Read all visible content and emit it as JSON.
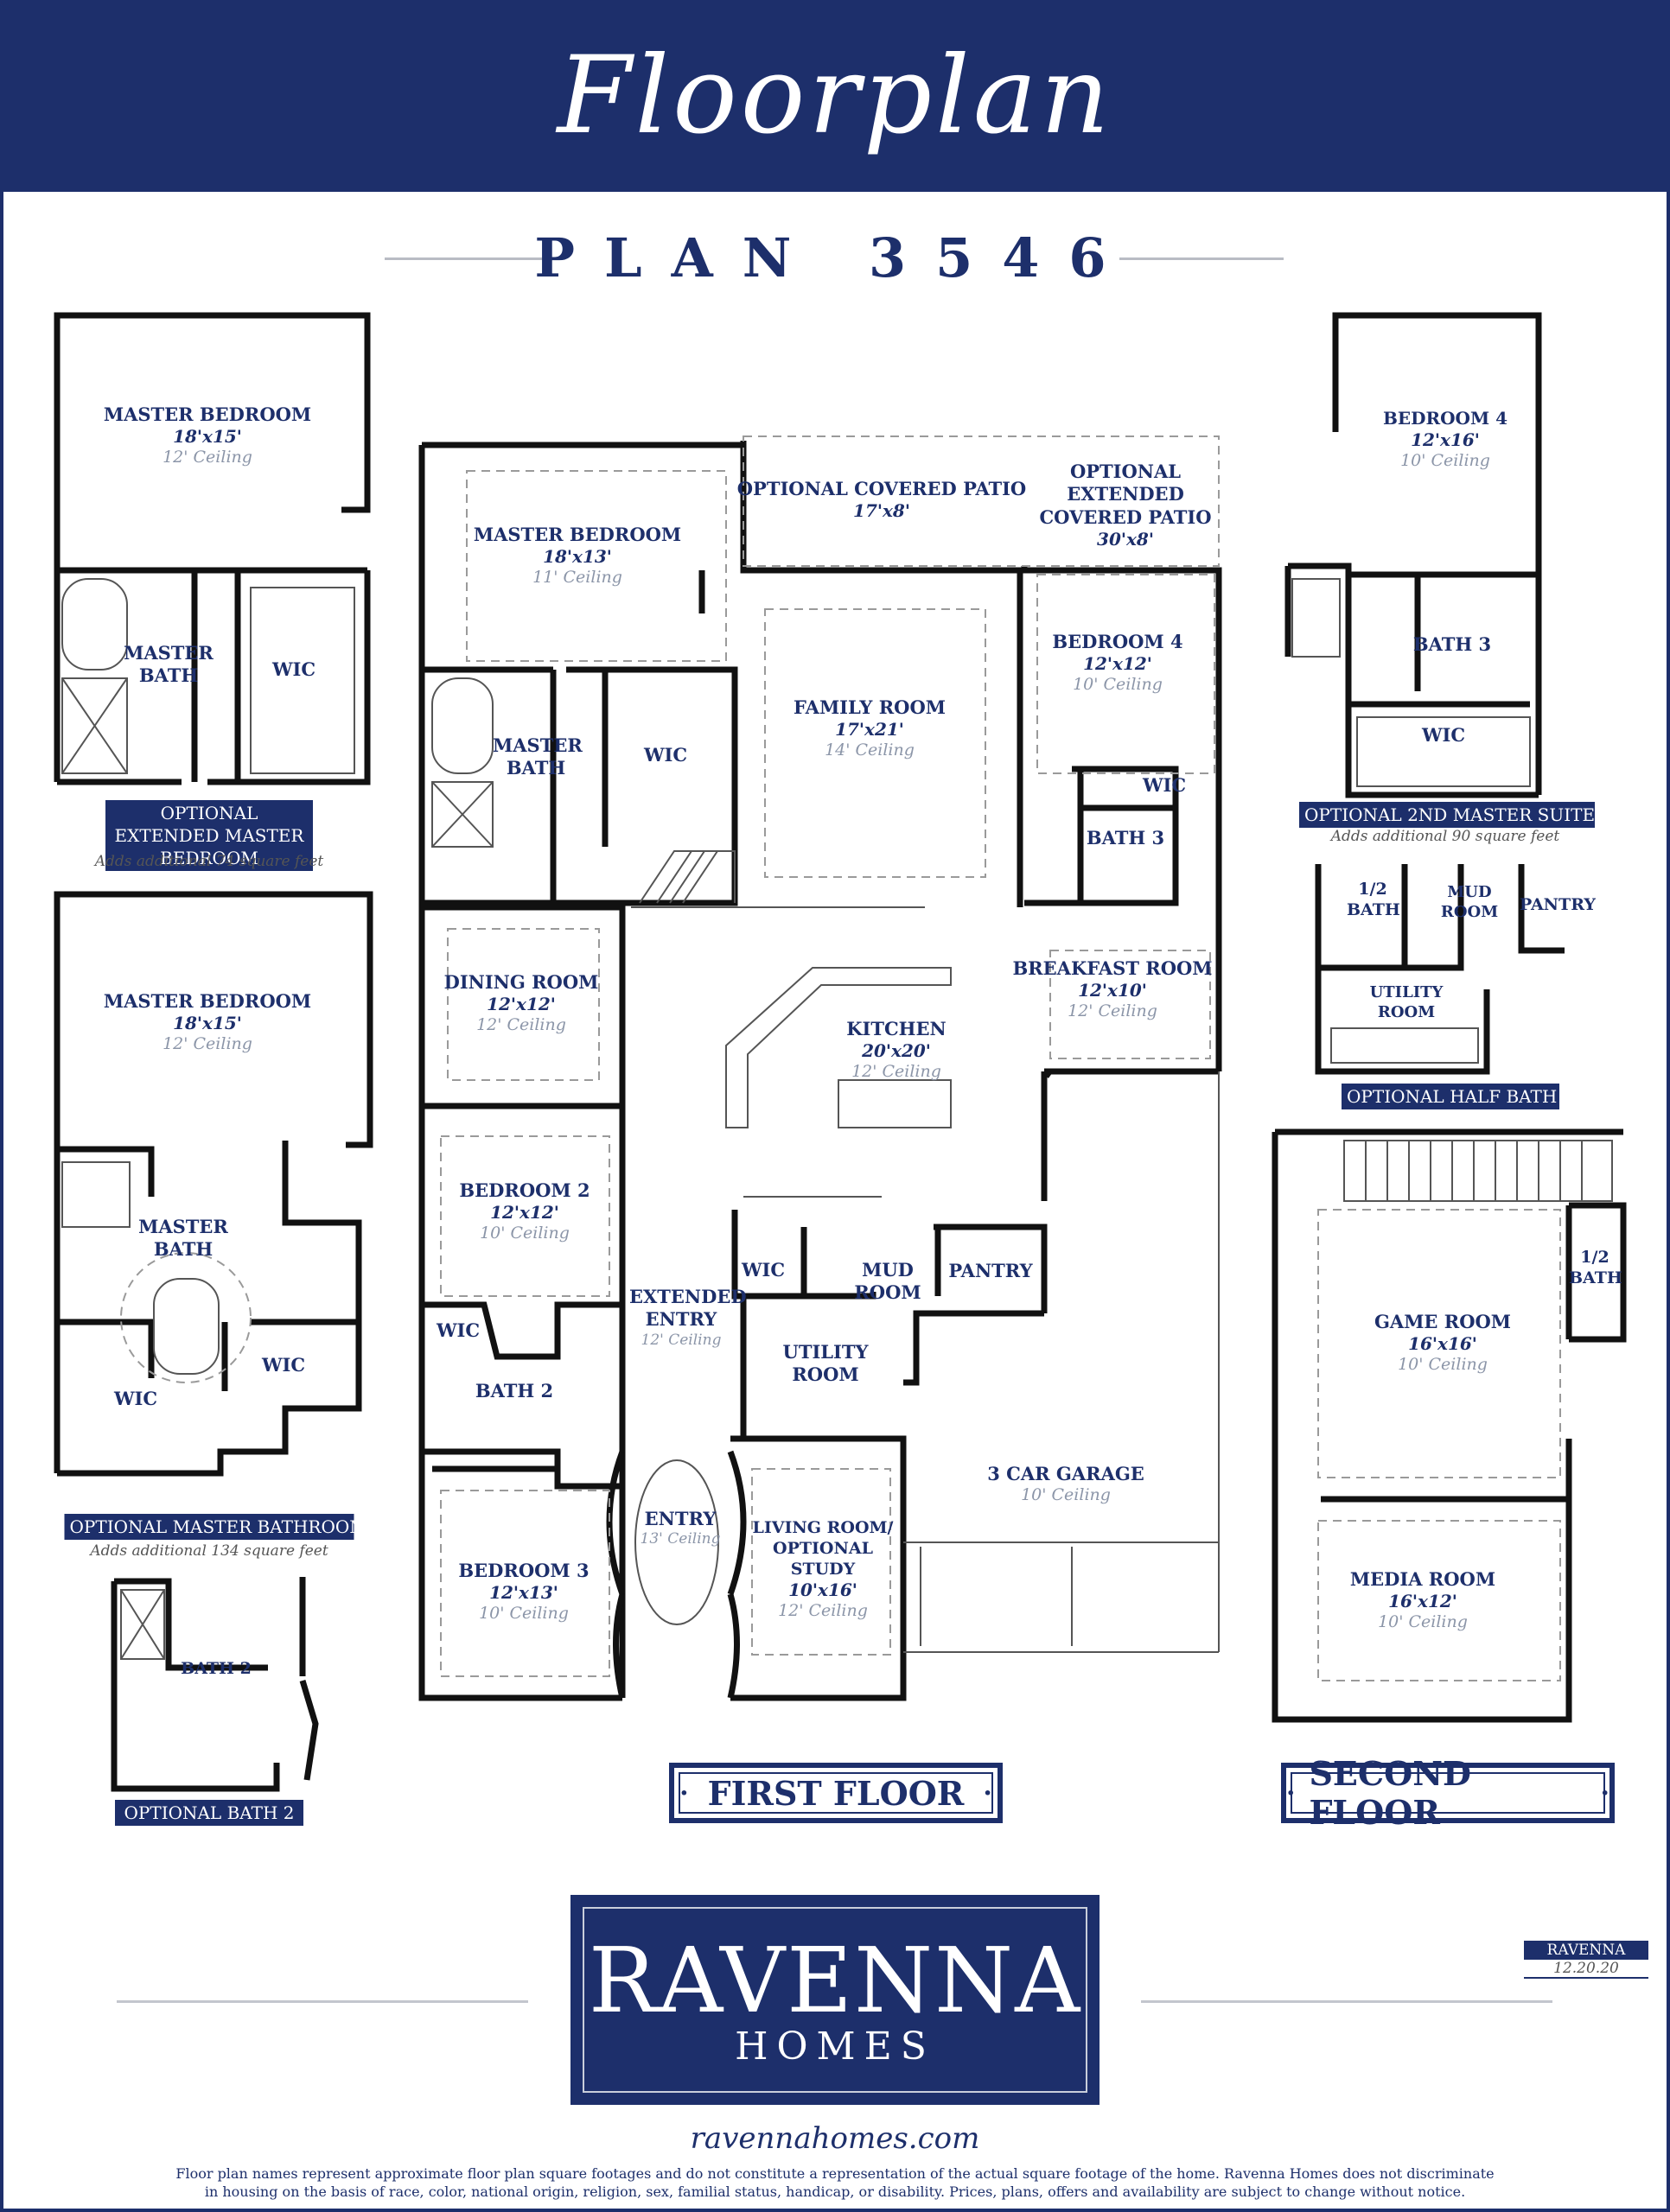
{
  "header": {
    "title": "Floorplan",
    "plan_name": "PLAN 3546"
  },
  "colors": {
    "navy": "#1d2f6b",
    "caption_gray": "#8b95a8"
  },
  "first_floor": {
    "label": "FIRST FLOOR",
    "rooms": [
      {
        "id": "optional-covered-patio",
        "name": "OPTIONAL COVERED PATIO",
        "dim": "17'x8'",
        "ceiling": ""
      },
      {
        "id": "optional-extended-covered-patio",
        "name": "OPTIONAL EXTENDED COVERED PATIO",
        "dim": "30'x8'",
        "ceiling": ""
      },
      {
        "id": "master-bedroom",
        "name": "MASTER BEDROOM",
        "dim": "18'x13'",
        "ceiling": "11' Ceiling"
      },
      {
        "id": "family-room",
        "name": "FAMILY ROOM",
        "dim": "17'x21'",
        "ceiling": "14' Ceiling"
      },
      {
        "id": "bedroom-4",
        "name": "BEDROOM 4",
        "dim": "12'x12'",
        "ceiling": "10' Ceiling"
      },
      {
        "id": "master-bath",
        "name": "MASTER BATH",
        "dim": "",
        "ceiling": ""
      },
      {
        "id": "wic-master",
        "name": "WIC",
        "dim": "",
        "ceiling": ""
      },
      {
        "id": "wic-bedroom-4",
        "name": "WIC",
        "dim": "",
        "ceiling": ""
      },
      {
        "id": "bath-3",
        "name": "BATH 3",
        "dim": "",
        "ceiling": ""
      },
      {
        "id": "dining-room",
        "name": "DINING ROOM",
        "dim": "12'x12'",
        "ceiling": "12' Ceiling"
      },
      {
        "id": "kitchen",
        "name": "KITCHEN",
        "dim": "20'x20'",
        "ceiling": "12' Ceiling"
      },
      {
        "id": "breakfast-room",
        "name": "BREAKFAST ROOM",
        "dim": "12'x10'",
        "ceiling": "12' Ceiling"
      },
      {
        "id": "bedroom-2",
        "name": "BEDROOM 2",
        "dim": "12'x12'",
        "ceiling": "10' Ceiling"
      },
      {
        "id": "extended-entry",
        "name": "EXTENDED ENTRY",
        "dim": "",
        "ceiling": "12' Ceiling"
      },
      {
        "id": "wic-hall",
        "name": "WIC",
        "dim": "",
        "ceiling": ""
      },
      {
        "id": "mud-room",
        "name": "MUD ROOM",
        "dim": "",
        "ceiling": ""
      },
      {
        "id": "pantry",
        "name": "PANTRY",
        "dim": "",
        "ceiling": ""
      },
      {
        "id": "wic-bedroom-2",
        "name": "WIC",
        "dim": "",
        "ceiling": ""
      },
      {
        "id": "utility-room",
        "name": "UTILITY ROOM",
        "dim": "",
        "ceiling": ""
      },
      {
        "id": "bath-2",
        "name": "BATH 2",
        "dim": "",
        "ceiling": ""
      },
      {
        "id": "three-car-garage",
        "name": "3 CAR GARAGE",
        "dim": "",
        "ceiling": "10' Ceiling"
      },
      {
        "id": "entry",
        "name": "ENTRY",
        "dim": "",
        "ceiling": "13' Ceiling"
      },
      {
        "id": "living-room",
        "name": "LIVING ROOM/ OPTIONAL STUDY",
        "dim": "10'x16'",
        "ceiling": "12' Ceiling"
      },
      {
        "id": "bedroom-3",
        "name": "BEDROOM 3",
        "dim": "12'x13'",
        "ceiling": "10' Ceiling"
      }
    ]
  },
  "second_floor": {
    "label": "SECOND FLOOR",
    "rooms": [
      {
        "id": "game-room",
        "name": "GAME ROOM",
        "dim": "16'x16'",
        "ceiling": "10' Ceiling"
      },
      {
        "id": "half-bath-2nd",
        "name": "1/2 BATH",
        "dim": "",
        "ceiling": ""
      },
      {
        "id": "media-room",
        "name": "MEDIA ROOM",
        "dim": "16'x12'",
        "ceiling": "10' Ceiling"
      }
    ]
  },
  "options": [
    {
      "id": "optional-extended-master-bedroom",
      "title": "OPTIONAL EXTENDED MASTER BEDROOM",
      "note": "Adds additional 74 square feet",
      "rooms": [
        {
          "name": "MASTER BEDROOM",
          "dim": "18'x15'",
          "ceiling": "12' Ceiling"
        },
        {
          "name": "MASTER BATH",
          "dim": "",
          "ceiling": ""
        },
        {
          "name": "WIC",
          "dim": "",
          "ceiling": ""
        }
      ]
    },
    {
      "id": "optional-master-bathroom",
      "title": "OPTIONAL MASTER BATHROOM",
      "note": "Adds additional 134 square feet",
      "rooms": [
        {
          "name": "MASTER BEDROOM",
          "dim": "18'x15'",
          "ceiling": "12' Ceiling"
        },
        {
          "name": "MASTER BATH",
          "dim": "",
          "ceiling": ""
        },
        {
          "name": "WIC",
          "dim": "",
          "ceiling": ""
        },
        {
          "name": "WIC",
          "dim": "",
          "ceiling": ""
        }
      ]
    },
    {
      "id": "optional-bath-2",
      "title": "OPTIONAL BATH 2",
      "note": "",
      "rooms": [
        {
          "name": "BATH 2",
          "dim": "",
          "ceiling": ""
        }
      ]
    },
    {
      "id": "optional-2nd-master-suite",
      "title": "OPTIONAL 2ND MASTER SUITE",
      "note": "Adds additional 90 square feet",
      "rooms": [
        {
          "name": "BEDROOM 4",
          "dim": "12'x16'",
          "ceiling": "10' Ceiling"
        },
        {
          "name": "BATH 3",
          "dim": "",
          "ceiling": ""
        },
        {
          "name": "WIC",
          "dim": "",
          "ceiling": ""
        }
      ]
    },
    {
      "id": "optional-half-bath",
      "title": "OPTIONAL HALF BATH",
      "note": "",
      "rooms": [
        {
          "name": "1/2 BATH",
          "dim": "",
          "ceiling": ""
        },
        {
          "name": "MUD ROOM",
          "dim": "",
          "ceiling": ""
        },
        {
          "name": "PANTRY",
          "dim": "",
          "ceiling": ""
        },
        {
          "name": "UTILITY ROOM",
          "dim": "",
          "ceiling": ""
        }
      ]
    }
  ],
  "brand": {
    "name": "RAVENNA",
    "sub": "HOMES",
    "website": "ravennahomes.com"
  },
  "revision": {
    "name": "RAVENNA",
    "date": "12.20.20"
  },
  "disclaimer": {
    "line1": "Floor plan names represent approximate floor plan square footages and do not constitute a representation of the actual square footage of the home. Ravenna Homes does not discriminate",
    "line2": "in housing on the basis of race, color, national origin, religion, sex, familial status, handicap, or disability. Prices, plans, offers and availability are subject to change without notice."
  }
}
